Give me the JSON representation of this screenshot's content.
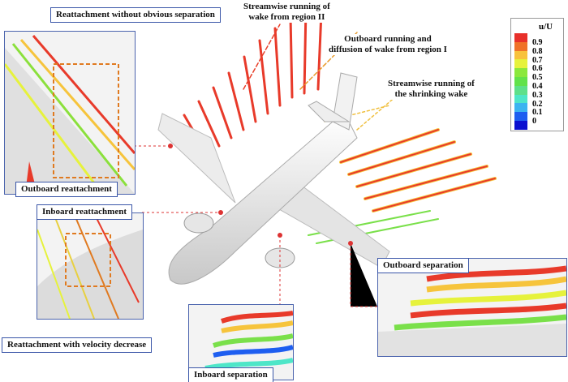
{
  "labels": {
    "reattach_no_sep": "Reattachment without obvious separation",
    "streamwise_wake2_l1": "Streamwise running of",
    "streamwise_wake2_l2": "wake from region II",
    "outboard_diffusion_l1": "Outboard running and",
    "outboard_diffusion_l2": "diffusion of wake from region I",
    "shrinking_l1": "Streamwise running of",
    "shrinking_l2": "the shrinking wake",
    "outboard_reattachment": "Outboard reattachment",
    "inboard_reattachment": "Inboard reattachment",
    "reattach_velocity_decrease": "Reattachment with velocity decrease",
    "outboard_separation": "Outboard separation",
    "inboard_separation": "Inboard separation"
  },
  "legend": {
    "title": "u/U",
    "ticks": [
      "0.9",
      "0.8",
      "0.7",
      "0.6",
      "0.5",
      "0.4",
      "0.3",
      "0.2",
      "0.1",
      "0"
    ],
    "colors": [
      "#e8302a",
      "#f07228",
      "#f8c23c",
      "#e6f23c",
      "#8ae83c",
      "#62e24a",
      "#5ee08a",
      "#4ee6c8",
      "#3cb4f0",
      "#1e5ef0",
      "#0a10d0"
    ]
  }
}
